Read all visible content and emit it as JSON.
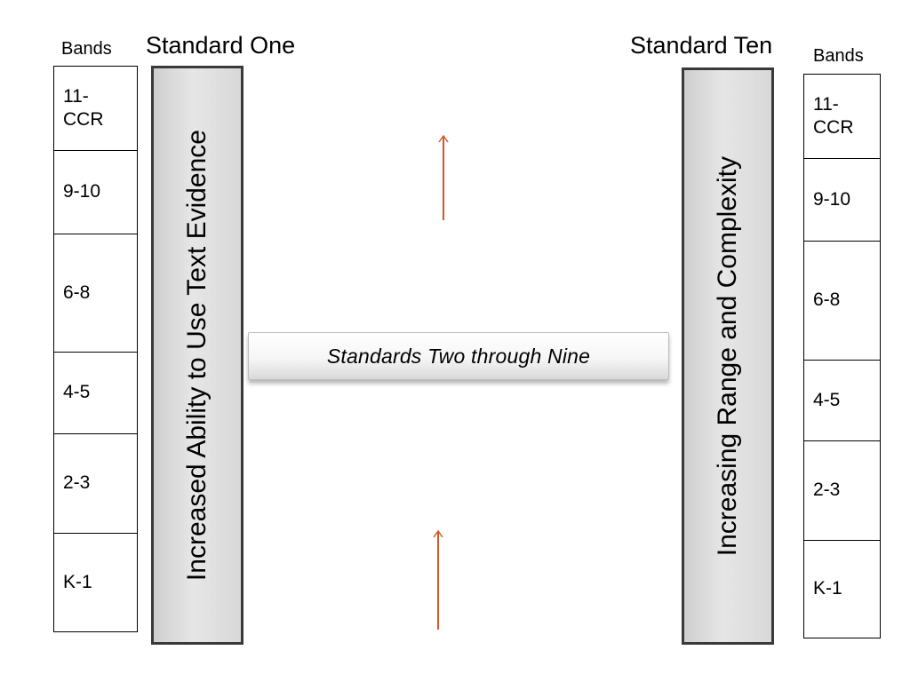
{
  "left": {
    "bands_label": "Bands",
    "standard_title": "Standard One",
    "pillar_text": "Increased Ability to Use Text Evidence",
    "bands": [
      "11-\nCCR",
      "9-10",
      "6-8",
      "4-5",
      "2-3",
      "K-1"
    ]
  },
  "right": {
    "bands_label": "Bands",
    "standard_title": "Standard Ten",
    "pillar_text": "Increasing Range and Complexity",
    "bands": [
      "11-\nCCR",
      "9-10",
      "6-8",
      "4-5",
      "2-3",
      "K-1"
    ]
  },
  "middle": {
    "bar_text": "Standards Two through Nine"
  },
  "colors": {
    "arrow": "#d05a2a",
    "pillar_border": "#3a3a3a"
  },
  "icons": [
    "up-arrow-icon",
    "up-arrow-icon"
  ]
}
